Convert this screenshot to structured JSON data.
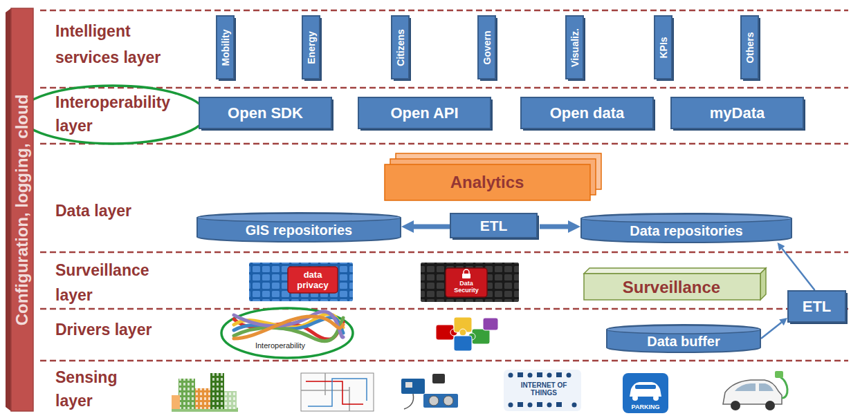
{
  "diagram": {
    "nodes": [
      {
        "text": [
          "Configuration, logging, cloud"
        ]
      },
      {
        "text": [
          "Mobility"
        ]
      },
      {
        "text": [
          "Energy"
        ]
      },
      {
        "text": [
          "Citizens"
        ]
      },
      {
        "text": [
          "Govern"
        ]
      },
      {
        "text": [
          "Visualiz."
        ]
      },
      {
        "text": [
          "KPIs"
        ]
      },
      {
        "text": [
          "Others"
        ]
      },
      {
        "text": [
          "Open SDK"
        ]
      },
      {
        "text": [
          "Open API"
        ]
      },
      {
        "text": [
          "Open data"
        ]
      },
      {
        "text": [
          "myData"
        ]
      },
      {
        "text": [
          "Analytics"
        ]
      },
      {
        "text": [
          "GIS repositories"
        ]
      },
      {
        "text": [
          "ETL"
        ]
      },
      {
        "text": [
          "Data repositories"
        ]
      },
      {
        "text": [
          "Surveillance"
        ]
      },
      {
        "text": [
          "ETL"
        ]
      },
      {
        "text": [
          "Data buffer"
        ]
      }
    ],
    "edges": [
      {
        "from": 14,
        "to": 13,
        "arrow": "to"
      },
      {
        "from": 14,
        "to": 15,
        "arrow": "to"
      },
      {
        "from": 18,
        "to": 17,
        "arrow": "to"
      },
      {
        "from": 17,
        "to": 15,
        "arrow": "to"
      }
    ],
    "labels": [
      "Intelligent services layer",
      "Interoperability layer",
      "Data layer",
      "Surveillance layer",
      "Drivers layer",
      "Sensing layer",
      "data privacy",
      "Data Security",
      "Interoperability",
      "INTERNET OF THINGS",
      "PARKING"
    ]
  }
}
